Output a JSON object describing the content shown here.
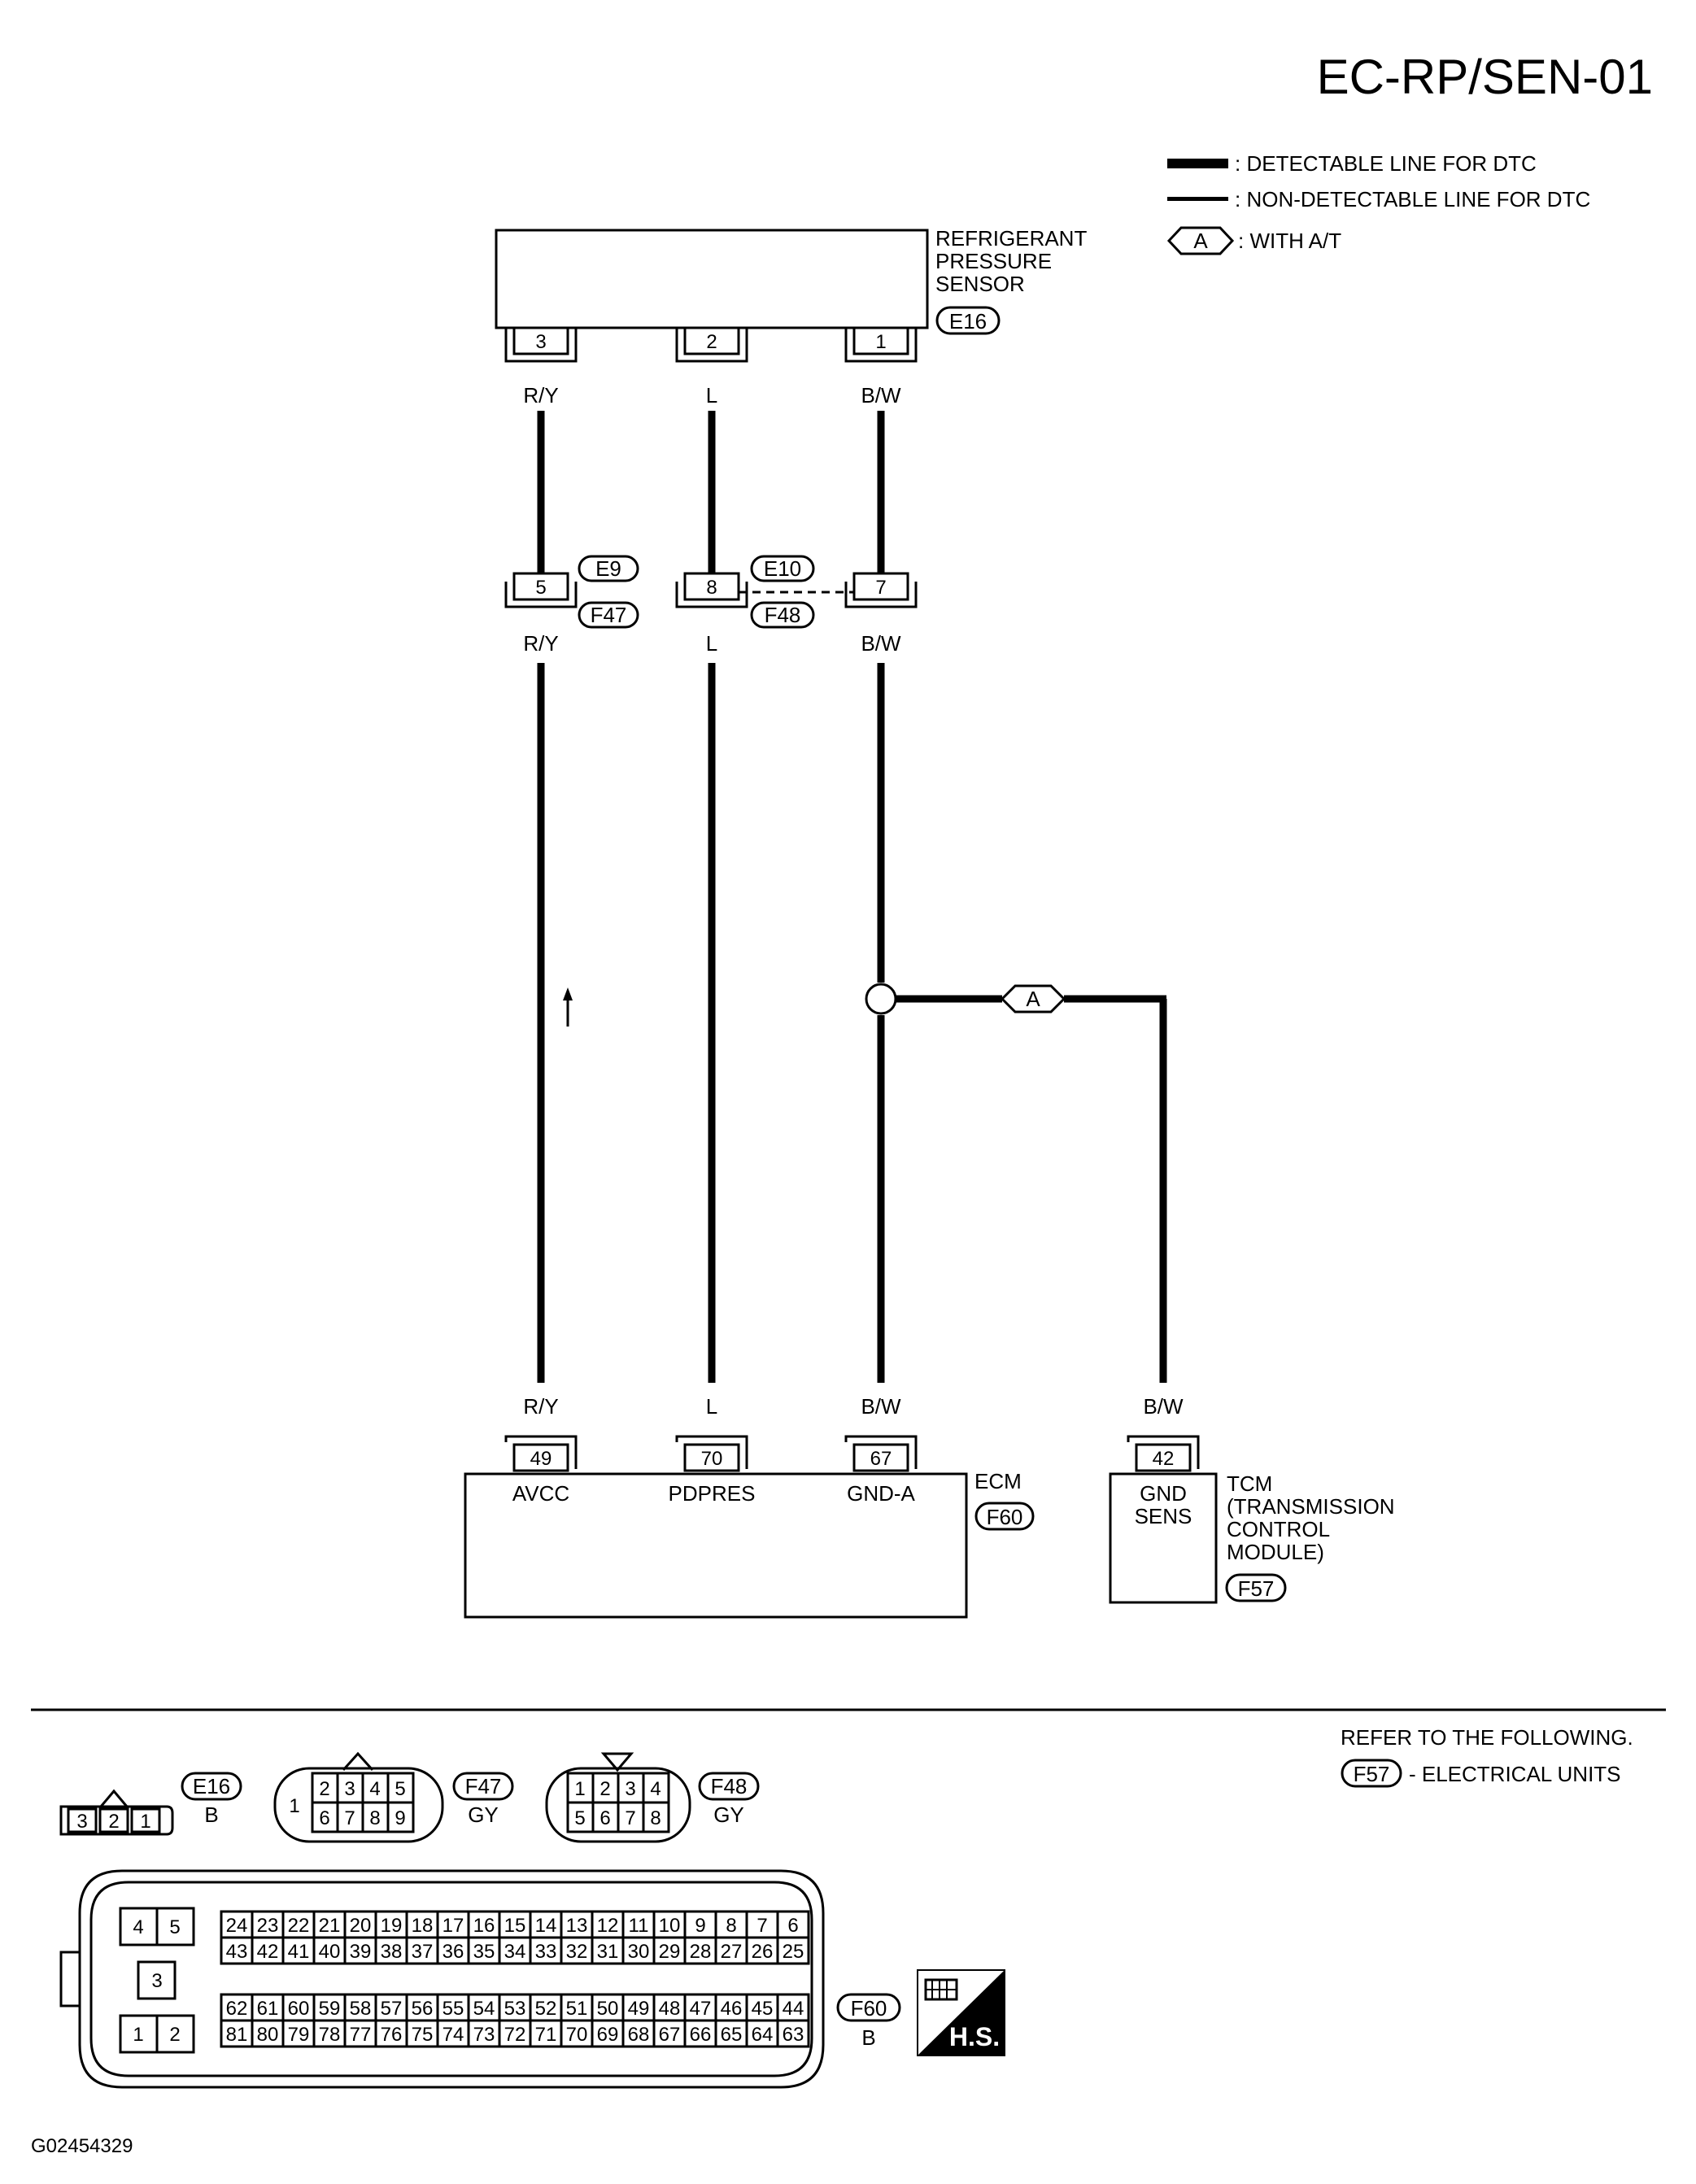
{
  "page_code": "EC-RP/SEN-01",
  "figure_id": "G02454329",
  "legend": {
    "detectable": ": DETECTABLE LINE FOR DTC",
    "non_detectable": ": NON-DETECTABLE LINE FOR DTC",
    "option_tag": "A",
    "option_text": ": WITH A/T"
  },
  "sensor": {
    "name_line1": "REFRIGERANT",
    "name_line2": "PRESSURE",
    "name_line3": "SENSOR",
    "connector": "E16",
    "pins": [
      "3",
      "2",
      "1"
    ],
    "colors": [
      "R/Y",
      "L",
      "B/W"
    ]
  },
  "junction": {
    "left_codes": [
      "E9",
      "F47"
    ],
    "right_codes": [
      "E10",
      "F48"
    ],
    "pins": [
      "5",
      "8",
      "7"
    ],
    "colors": [
      "R/Y",
      "L",
      "B/W"
    ]
  },
  "tap_tag": "A",
  "ecm": {
    "name": "ECM",
    "connector": "F60",
    "pins": [
      "49",
      "70",
      "67"
    ],
    "colors": [
      "R/Y",
      "L",
      "B/W"
    ],
    "terminals": [
      "AVCC",
      "PDPRES",
      "GND-A"
    ]
  },
  "tcm": {
    "name_line1": "TCM",
    "name_line2": "(TRANSMISSION",
    "name_line3": "CONTROL",
    "name_line4": "MODULE)",
    "connector": "F57",
    "pin": "42",
    "color": "B/W",
    "terminal_line1": "GND",
    "terminal_line2": "SENS"
  },
  "refer": {
    "line1": "REFER TO THE FOLLOWING.",
    "code": "F57",
    "line2": "- ELECTRICAL UNITS"
  },
  "connector_views": {
    "e16": {
      "code": "E16",
      "color": "B",
      "pins": [
        "3",
        "2",
        "1"
      ]
    },
    "f47": {
      "code": "F47",
      "color": "GY",
      "single": "1",
      "top": [
        "2",
        "3",
        "4",
        "5"
      ],
      "bottom": [
        "6",
        "7",
        "8",
        "9"
      ]
    },
    "f48": {
      "code": "F48",
      "color": "GY",
      "top": [
        "1",
        "2",
        "3",
        "4"
      ],
      "bottom": [
        "5",
        "6",
        "7",
        "8"
      ]
    },
    "f60": {
      "code": "F60",
      "color": "B",
      "left_pins": [
        "4",
        "5",
        "3",
        "1",
        "2"
      ],
      "row1": [
        "24",
        "23",
        "22",
        "21",
        "20",
        "19",
        "18",
        "17",
        "16",
        "15",
        "14",
        "13",
        "12",
        "11",
        "10",
        "9",
        "8",
        "7",
        "6"
      ],
      "row2": [
        "43",
        "42",
        "41",
        "40",
        "39",
        "38",
        "37",
        "36",
        "35",
        "34",
        "33",
        "32",
        "31",
        "30",
        "29",
        "28",
        "27",
        "26",
        "25"
      ],
      "row3": [
        "62",
        "61",
        "60",
        "59",
        "58",
        "57",
        "56",
        "55",
        "54",
        "53",
        "52",
        "51",
        "50",
        "49",
        "48",
        "47",
        "46",
        "45",
        "44"
      ],
      "row4": [
        "81",
        "80",
        "79",
        "78",
        "77",
        "76",
        "75",
        "74",
        "73",
        "72",
        "71",
        "70",
        "69",
        "68",
        "67",
        "66",
        "65",
        "64",
        "63"
      ]
    },
    "hs_badge": "H.S."
  }
}
